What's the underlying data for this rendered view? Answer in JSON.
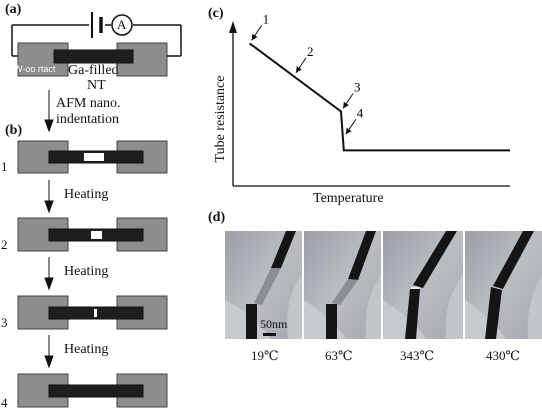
{
  "panel_a": {
    "label": "(a)",
    "ammeter_symbol": "A",
    "contact_label": "W-oo rtact",
    "tube_label_line1": "Ga-filled",
    "tube_label_line2": "NT",
    "step_line1": "AFM nano.",
    "step_line2": "indentation"
  },
  "panel_b": {
    "label": "(b)",
    "steps": [
      {
        "number": "1"
      },
      {
        "number": "2"
      },
      {
        "number": "3"
      },
      {
        "number": "4"
      }
    ],
    "heating_labels": [
      "Heating",
      "Heating",
      "Heating"
    ]
  },
  "panel_c": {
    "label": "(c)",
    "ylabel": "Tube resistance",
    "xlabel": "Temperature",
    "point_labels": [
      "1",
      "2",
      "3",
      "4"
    ]
  },
  "panel_d": {
    "label": "(d)",
    "scale_bar": "50nm",
    "temperatures": [
      "19℃",
      "63℃",
      "343℃",
      "430℃"
    ]
  },
  "chart_data": {
    "type": "line",
    "title": "",
    "xlabel": "Temperature",
    "ylabel": "Tube resistance",
    "series": [
      {
        "x": [
          0.06,
          0.39,
          0.39,
          0.4,
          1.0
        ],
        "y": [
          0.88,
          0.46,
          0.46,
          0.22,
          0.22
        ]
      }
    ],
    "annotations": [
      {
        "label": "1",
        "x": 0.06,
        "y": 0.88
      },
      {
        "label": "2",
        "x": 0.22,
        "y": 0.68
      },
      {
        "label": "3",
        "x": 0.39,
        "y": 0.46
      },
      {
        "label": "4",
        "x": 0.4,
        "y": 0.3
      }
    ],
    "xlim": [
      0,
      1
    ],
    "ylim": [
      0,
      1
    ],
    "grid": false
  }
}
